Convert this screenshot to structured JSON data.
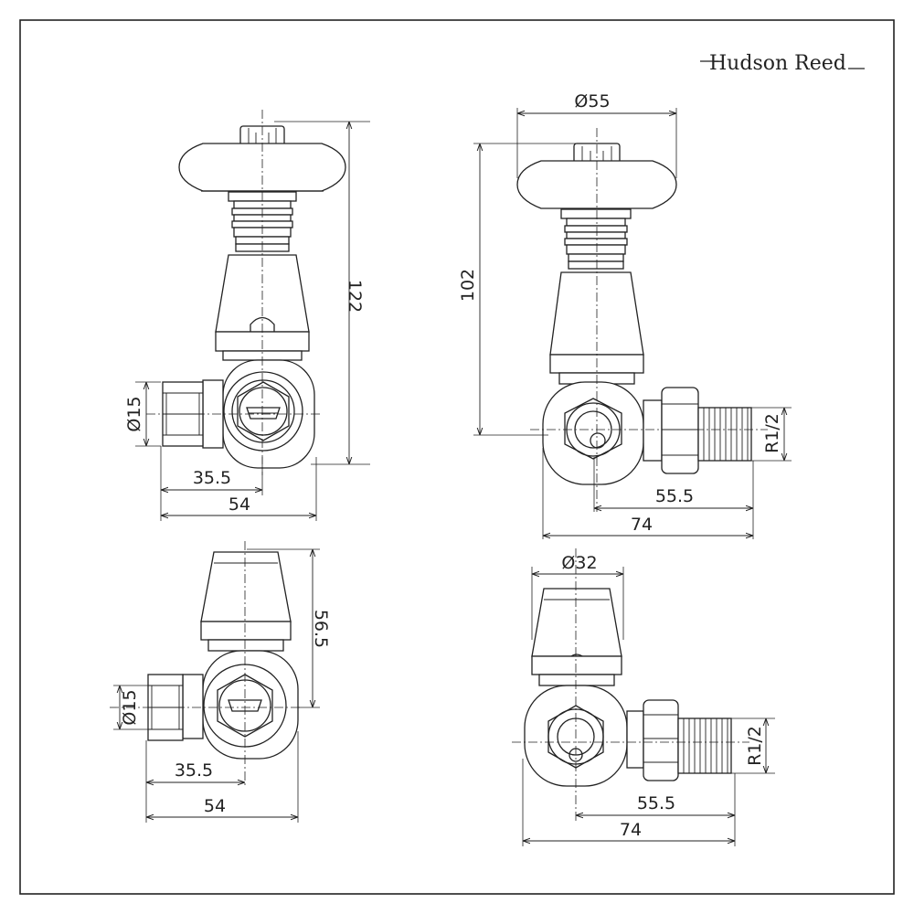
{
  "brand": {
    "name": "Hudson Reed"
  },
  "views": {
    "front_elevation": {
      "diameter_pipe": "Ø15",
      "inlet": "35.5",
      "width": "54",
      "height": "122"
    },
    "side_elevation": {
      "head_diameter": "Ø55",
      "height": "102",
      "thread": "R1/2",
      "inlet": "55.5",
      "width": "74"
    },
    "front_elevation_thermostatic": {
      "diameter_pipe": "Ø15",
      "inlet": "35.5",
      "width": "54",
      "height": "56.5"
    },
    "side_elevation_thermostatic": {
      "head_diameter": "Ø32",
      "thread": "R1/2",
      "inlet": "55.5",
      "width": "74"
    }
  },
  "colors": {
    "line": "#222222",
    "background": "#ffffff"
  }
}
